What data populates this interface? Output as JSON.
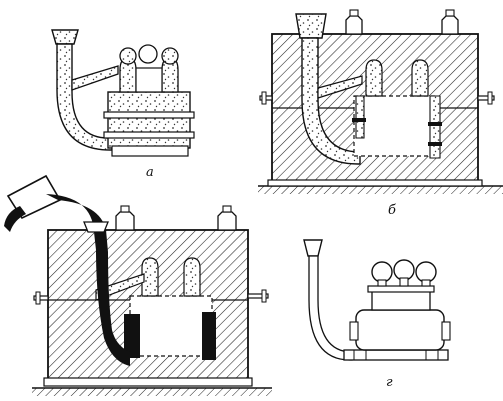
{
  "figure": {
    "panels": [
      {
        "id": "a",
        "label": "а"
      },
      {
        "id": "b",
        "label": "б"
      },
      {
        "id": "v",
        "label": ""
      },
      {
        "id": "g",
        "label": "г"
      }
    ]
  }
}
